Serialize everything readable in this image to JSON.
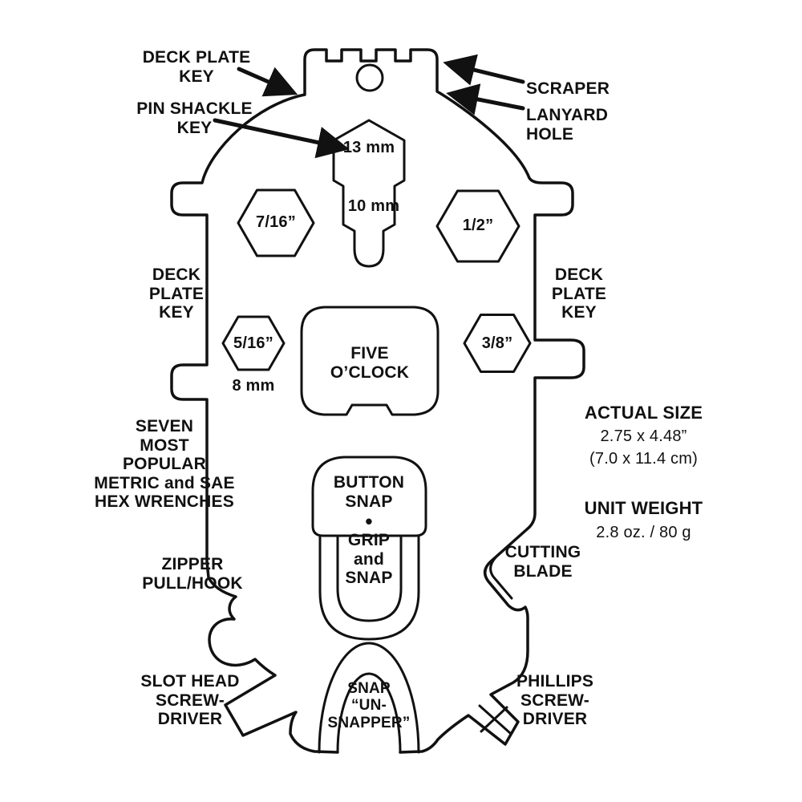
{
  "colors": {
    "ink": "#111111",
    "background": "#ffffff"
  },
  "labels": {
    "deck_plate_key_top": "DECK PLATE KEY",
    "pin_shackle_key": "PIN SHACKLE KEY",
    "scraper": "SCRAPER",
    "lanyard_hole": "LANYARD\nHOLE",
    "deck_plate_key_left": "DECK\nPLATE\nKEY",
    "deck_plate_key_right": "DECK\nPLATE\nKEY",
    "hex_7_16": "7/16”",
    "hex_1_2": "1/2”",
    "hex_5_16": "5/16”",
    "hex_8mm": "8 mm",
    "hex_3_8": "3/8”",
    "shackle_13mm": "13 mm",
    "shackle_10mm": "10 mm",
    "brand": "FIVE\nO’CLOCK",
    "seven_wrenches": "SEVEN\nMOST\nPOPULAR\nMETRIC and SAE\nHEX WRENCHES",
    "zipper_pull": "ZIPPER\nPULL/HOOK",
    "button_snap": "BUTTON\nSNAP",
    "snap_dot": "•",
    "grip_and_snap": "GRIP\nand\nSNAP",
    "cutting_blade": "CUTTING\nBLADE",
    "slot_head": "SLOT HEAD\nSCREW-\nDRIVER",
    "snap_unsnapper": "SNAP\n“UN-\nSNAPPER”",
    "phillips": "PHILLIPS\nSCREW-\nDRIVER"
  },
  "specs": {
    "actual_size_title": "ACTUAL SIZE",
    "actual_size_inches": "2.75 x 4.48”",
    "actual_size_cm": "(7.0 x 11.4 cm)",
    "unit_weight_title": "UNIT WEIGHT",
    "unit_weight_value": "2.8 oz. / 80 g"
  }
}
